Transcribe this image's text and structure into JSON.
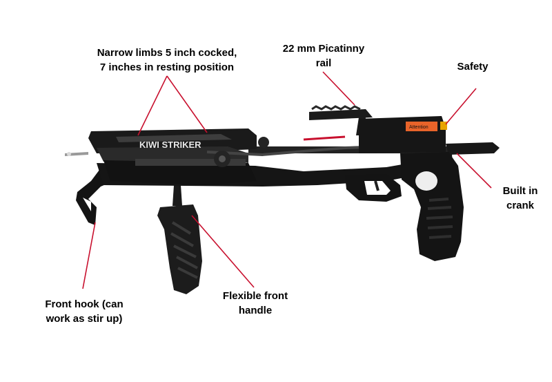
{
  "colors": {
    "background": "#ffffff",
    "leader_line": "#c8102e",
    "text": "#000000",
    "body": "#111111",
    "attention_sticker": "#e8642a"
  },
  "labels": {
    "limbs": [
      "Narrow limbs 5 inch cocked,",
      "7 inches in resting position"
    ],
    "rail": [
      "22 mm Picatinny",
      "rail"
    ],
    "safety": [
      "Safety"
    ],
    "crank": [
      "Built in",
      "crank"
    ],
    "front_hook": [
      "Front hook (can",
      "work as stir up)"
    ],
    "front_handle": [
      "Flexible front",
      "handle"
    ]
  },
  "product_marking": "KIWI STRIKER",
  "sticker_text": "Attention"
}
